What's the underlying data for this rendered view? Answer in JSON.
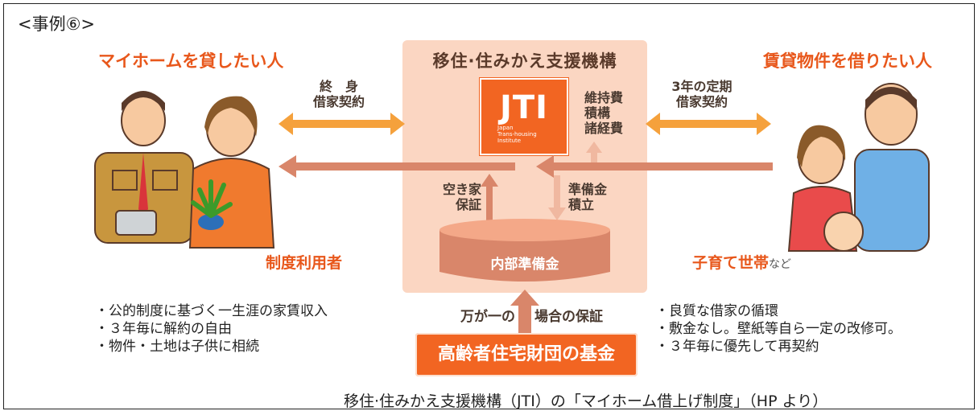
{
  "case_label": "<事例⑥>",
  "organization": {
    "title": "移住·住みかえ支援機構",
    "logo_mark": "JTI",
    "logo_sub": [
      "Japan",
      "Trans-housing",
      "Institute"
    ]
  },
  "left_party": {
    "heading": "マイホームを貸したい人",
    "user_label": "制度利用者"
  },
  "right_party": {
    "heading": "賃貸物件を借りたい人",
    "user_label": "子育て世帯",
    "user_label_suffix": "など"
  },
  "contract_left": [
    "終　身",
    "借家契約"
  ],
  "contract_right": [
    "3年の定期",
    "借家契約"
  ],
  "costs": [
    "維持費",
    "積構",
    "諸経費"
  ],
  "vacancy_guarantee": [
    "空き家",
    "保証"
  ],
  "reserve_accumulation": [
    "準備金",
    "積立"
  ],
  "reserve_fund": "内部準備金",
  "emergency_left": "万が一の",
  "emergency_right": "場合の保証",
  "fund": "高齢者住宅財団の基金",
  "left_benefits": [
    "公的制度に基づく一生涯の家賃収入",
    "３年毎に解約の自由",
    "物件・土地は子供に相続"
  ],
  "right_benefits": [
    "良質な借家の循環",
    "敷金なし。壁紙等自ら一定の改修可。",
    "３年毎に優先して再契約"
  ],
  "caption": "移住·住みかえ支援機構（JTI）の「マイホーム借上げ制度」（HP より）",
  "colors": {
    "arrow_orange": "#f5a13c",
    "arrow_brown": "#d9866a",
    "arrow_light": "#f0b8a0",
    "panel": "#fbd6c2",
    "accent": "#e8571b"
  }
}
